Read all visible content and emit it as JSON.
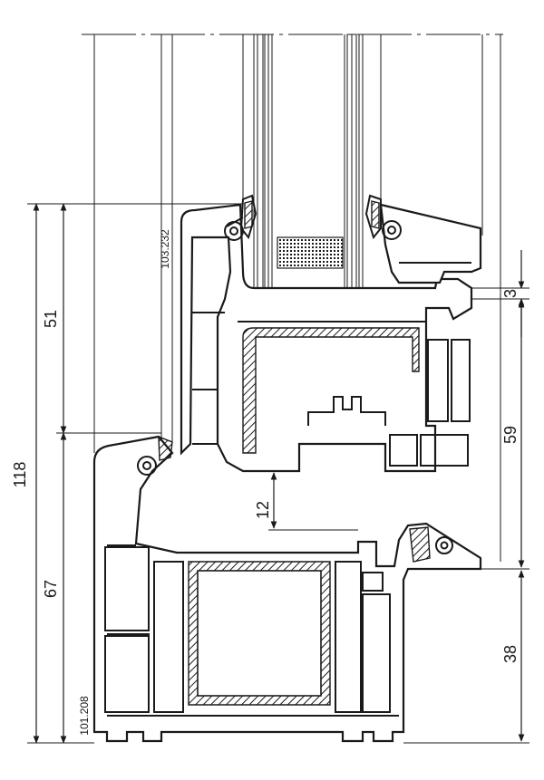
{
  "dimensions": {
    "overall_height": "118",
    "sash_height": "51",
    "frame_height": "67",
    "rebate_height": "12",
    "inner_height": "59",
    "bottom_height": "38",
    "top_offset": "3"
  },
  "profile_codes": {
    "sash_profile": "103.232",
    "frame_profile": "101.208"
  }
}
